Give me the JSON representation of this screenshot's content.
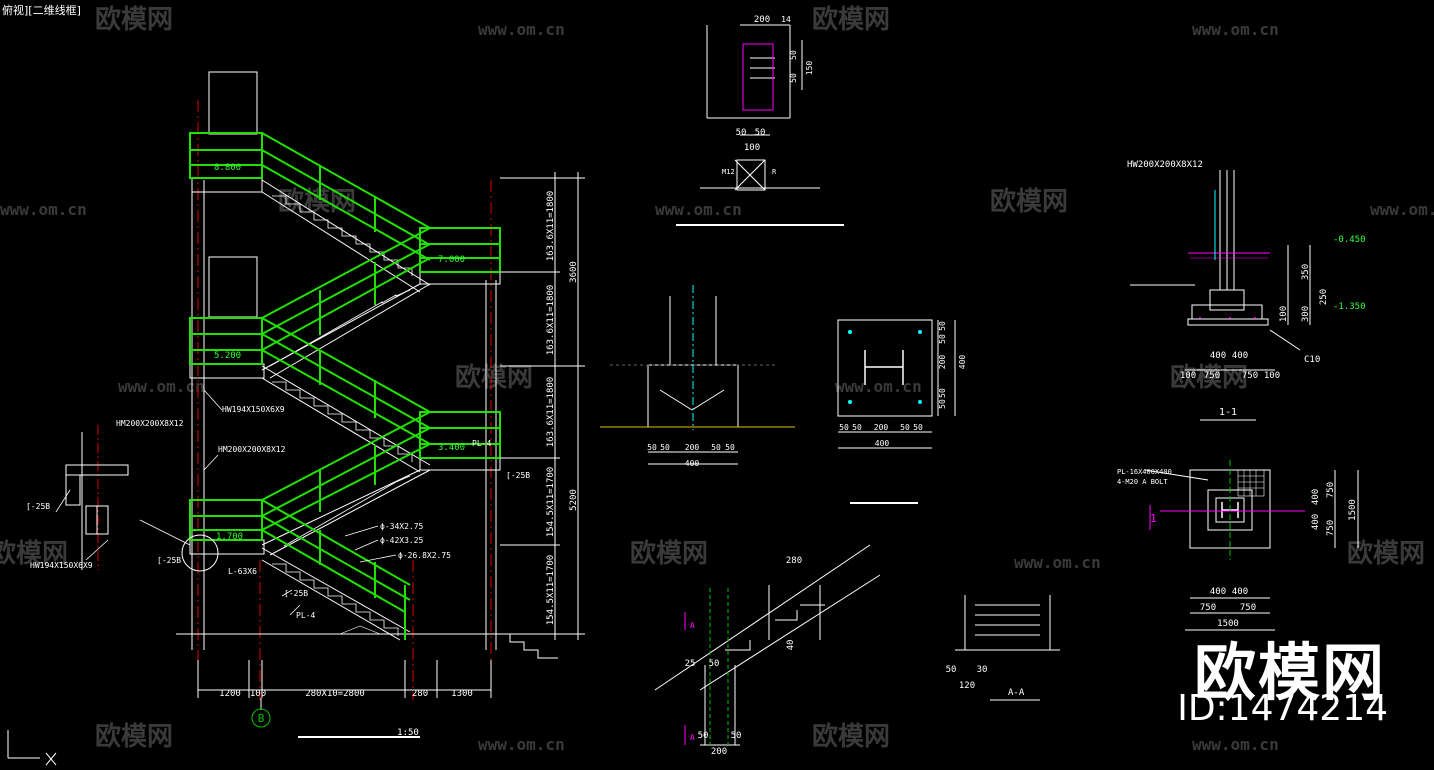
{
  "viewport": {
    "label": "俯视][二维线框]"
  },
  "colors": {
    "background": "#000000",
    "rail": "#22e000",
    "line": "#ffffff",
    "dimension": "#00c000",
    "text": "#ffffff",
    "level_mark": "#33ff33",
    "annotation": "#00ffff",
    "magenta": "#ff00ff",
    "centerline": "#e00000",
    "watermark": "#3a3a3a"
  },
  "watermarks": {
    "brand": "欧模网",
    "site": "www.om.cn",
    "corner_brand": "欧模网",
    "corner_id": "ID:1474214"
  },
  "elevation": {
    "levels": [
      "8.800",
      "7.000",
      "5.200",
      "3.400",
      "1.700"
    ],
    "right_dims": [
      "163.6X11=1800",
      "163.6X11=1800",
      "163.6X11=1800",
      "154.5X11=1700",
      "154.5X11=1700"
    ],
    "right_totals": [
      "3600",
      "5200"
    ],
    "bottom_dims": [
      "1200",
      "100",
      "280X10=2800",
      "280",
      "1300"
    ],
    "grid_bubble": "B",
    "scale": "1:50",
    "labels": {
      "hw194": "HW194X150X6X9",
      "hm200": "HM200X200X8X12",
      "pl4_top": "PL-4",
      "ch25_right": "[-25B",
      "pipe1": "ϕ-34X2.75",
      "pipe2": "ϕ-42X3.25",
      "pipe3": "ϕ-26.8X2.75",
      "ch25_left": "[-25B",
      "pl4": "PL-4",
      "angle": "L-63X6",
      "ch25_detail": "[-25B"
    }
  },
  "left_detail": {
    "top": "HM200X200X8X12",
    "mid": "[-25B",
    "bottom": "HW194X150X6X9"
  },
  "top_detail": {
    "dims": [
      "200",
      "14",
      "50",
      "50",
      "150",
      "50",
      "50",
      "100"
    ],
    "bolt": "M12",
    "bolt_r": "R"
  },
  "base_detail": {
    "dims": [
      "50",
      "50",
      "200",
      "50",
      "50",
      "400"
    ]
  },
  "plate_detail": {
    "side_dims": [
      "50",
      "50",
      "200",
      "50",
      "50"
    ],
    "side_total": "400",
    "bottom_dims": [
      "50",
      "50",
      "200",
      "50",
      "50"
    ],
    "bottom_total": "400"
  },
  "tread_detail": {
    "dims": [
      "280",
      "40",
      "25",
      "50",
      "50",
      "50",
      "200"
    ],
    "section_mark": "A"
  },
  "aa_section": {
    "dims": [
      "50",
      "30",
      "120"
    ],
    "title": "A-A"
  },
  "section_11": {
    "column": "HW200X200X8X12",
    "levels": [
      "-0.450",
      "-1.350"
    ],
    "vert_dims": [
      "350",
      "250",
      "300",
      "100"
    ],
    "bottom_dims": [
      "400",
      "400",
      "100",
      "750",
      "750",
      "100"
    ],
    "concrete": "C10",
    "title": "1-1"
  },
  "foundation_plan": {
    "labels": [
      "PL-16X400X400",
      "4-M20 A BOLT"
    ],
    "right_dims": [
      "750",
      "400",
      "400",
      "750"
    ],
    "right_total": "1500",
    "bottom_dims": [
      "400",
      "400",
      "750",
      "750"
    ],
    "bottom_total": "1500",
    "section_mark": "1"
  }
}
